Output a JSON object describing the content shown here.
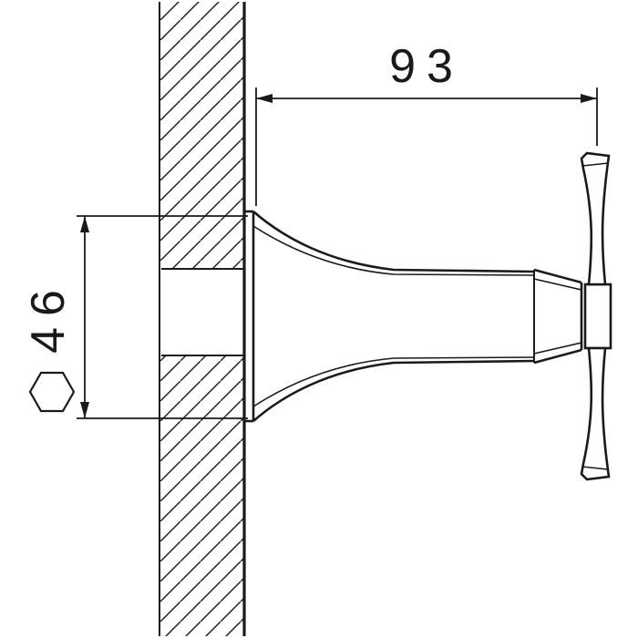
{
  "colors": {
    "line": "#1a1a1a",
    "background": "#ffffff"
  },
  "dimensions": {
    "horizontal": {
      "value": "93"
    },
    "vertical": {
      "value": "46"
    }
  },
  "symbols": {
    "hex_symbol": "hexagon-outline"
  }
}
